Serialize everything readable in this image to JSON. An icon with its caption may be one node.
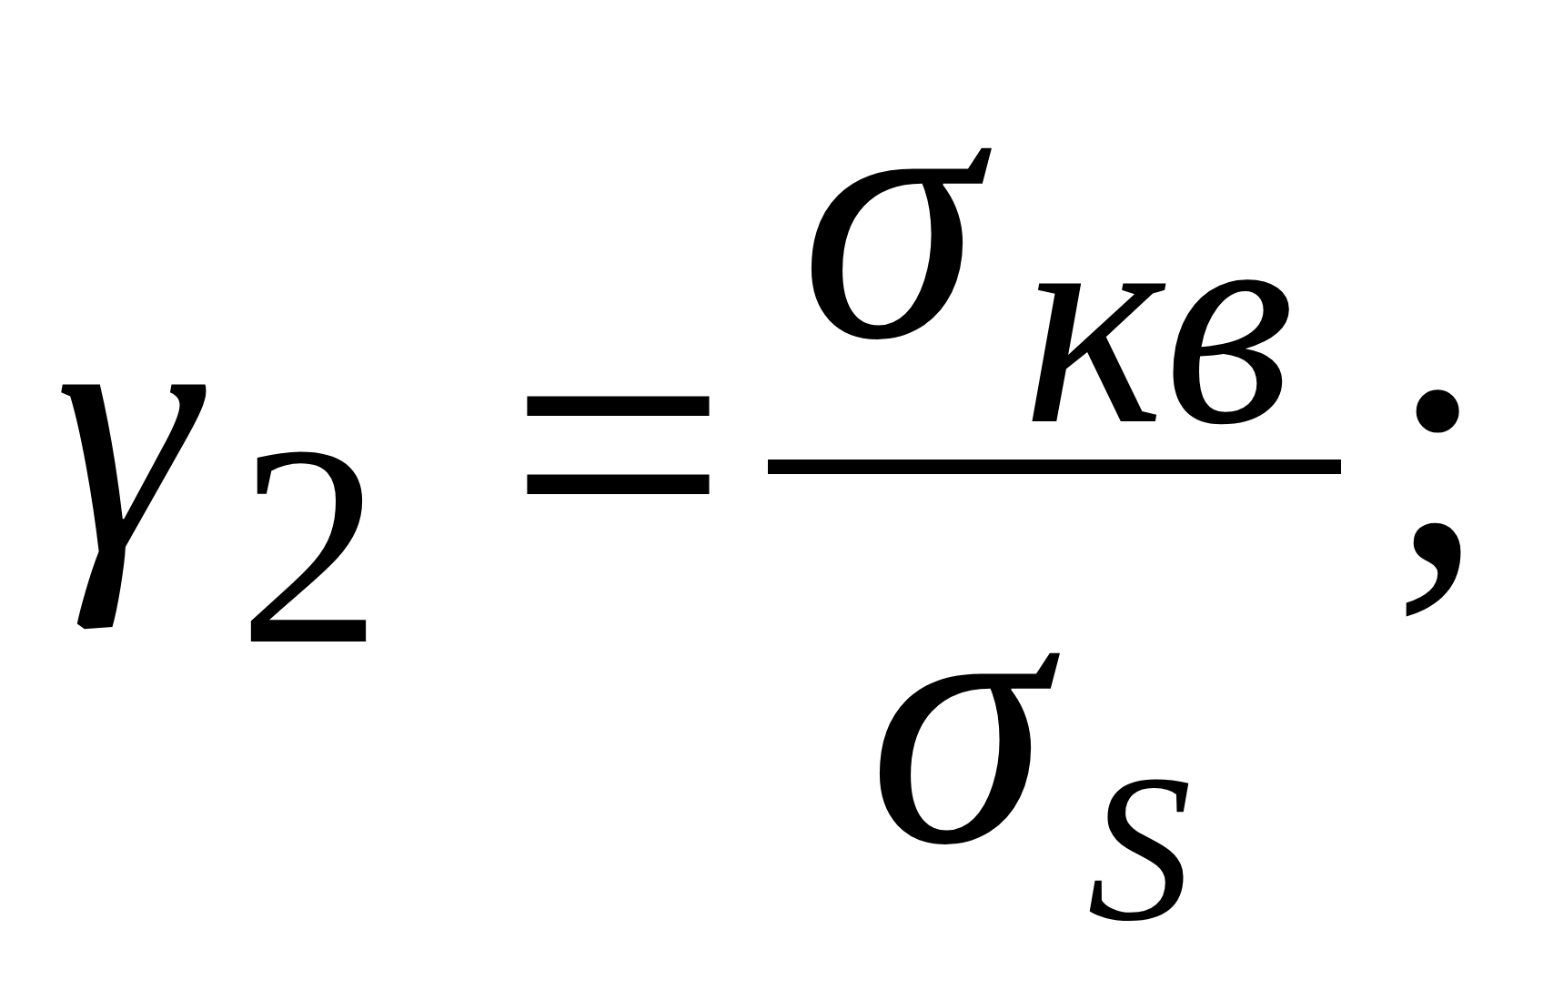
{
  "diagram": {
    "nodes": [
      {
        "text": [],
        "shape": "bar"
      }
    ],
    "labels": [
      "γ",
      "2",
      "=",
      "σ",
      "кв",
      "σ",
      "S",
      ";"
    ]
  }
}
